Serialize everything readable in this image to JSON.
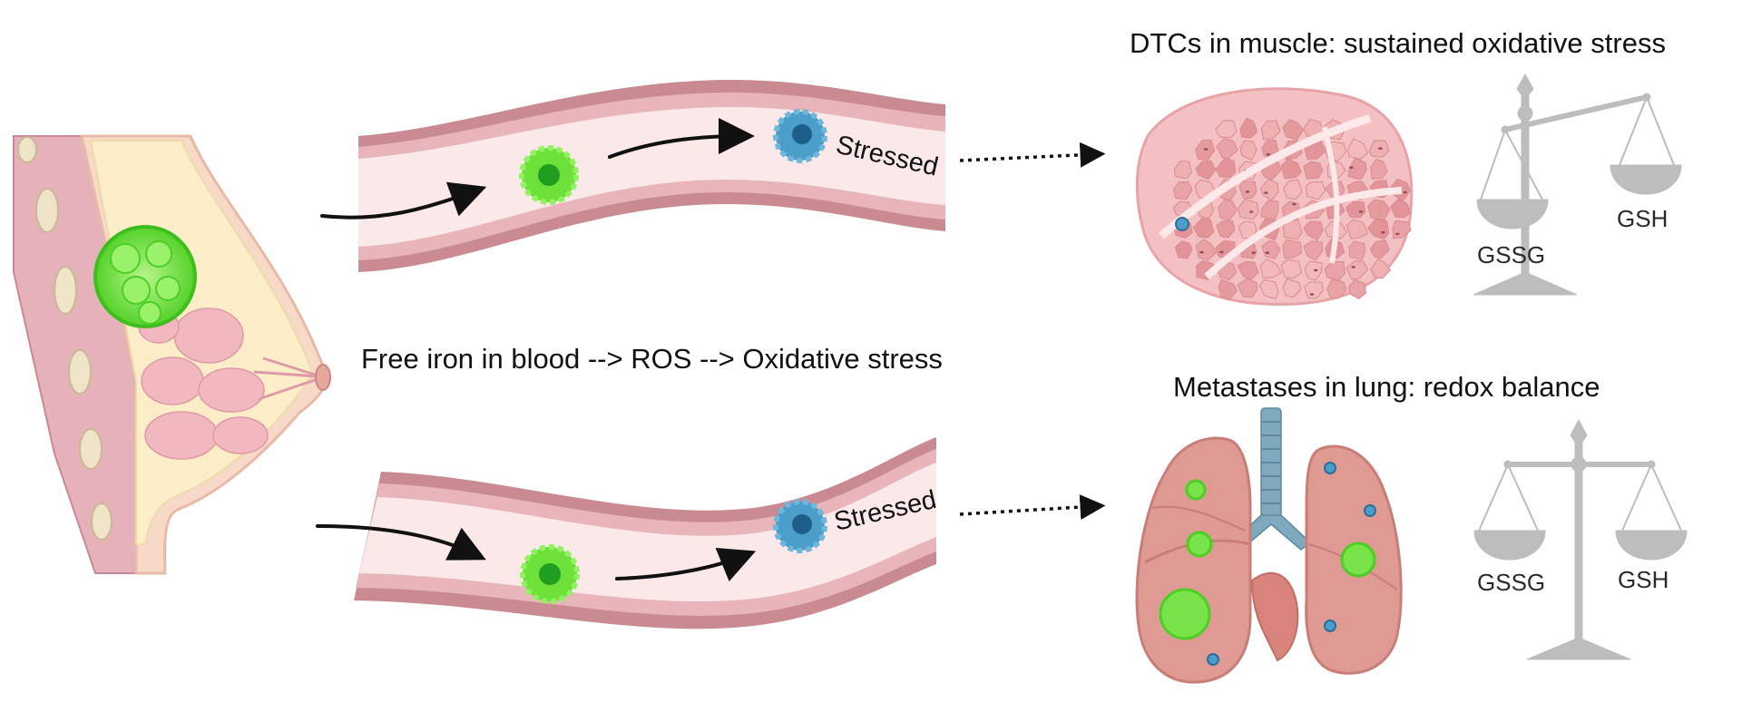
{
  "labels": {
    "muscle_title": "DTCs in muscle: sustained oxidative stress",
    "lung_title": "Metastases in lung: redox balance",
    "middle_caption": "Free iron in blood --> ROS --> Oxidative stress",
    "stressed_top": "Stressed",
    "stressed_bottom": "Stressed",
    "gssg_top": "GSSG",
    "gsh_top": "GSH",
    "gssg_bottom": "GSSG",
    "gsh_bottom": "GSH"
  },
  "colors": {
    "tumor_green": "#6ee03a",
    "tumor_dark": "#1f9e1f",
    "stressed_cell": "#4a9ec9",
    "vessel_wall": "#c98b91",
    "vessel_lumen": "#fbe9ea",
    "muscle": "#e9a3a6",
    "lung": "#e09a94",
    "scale_gray": "#bdbdbd"
  }
}
